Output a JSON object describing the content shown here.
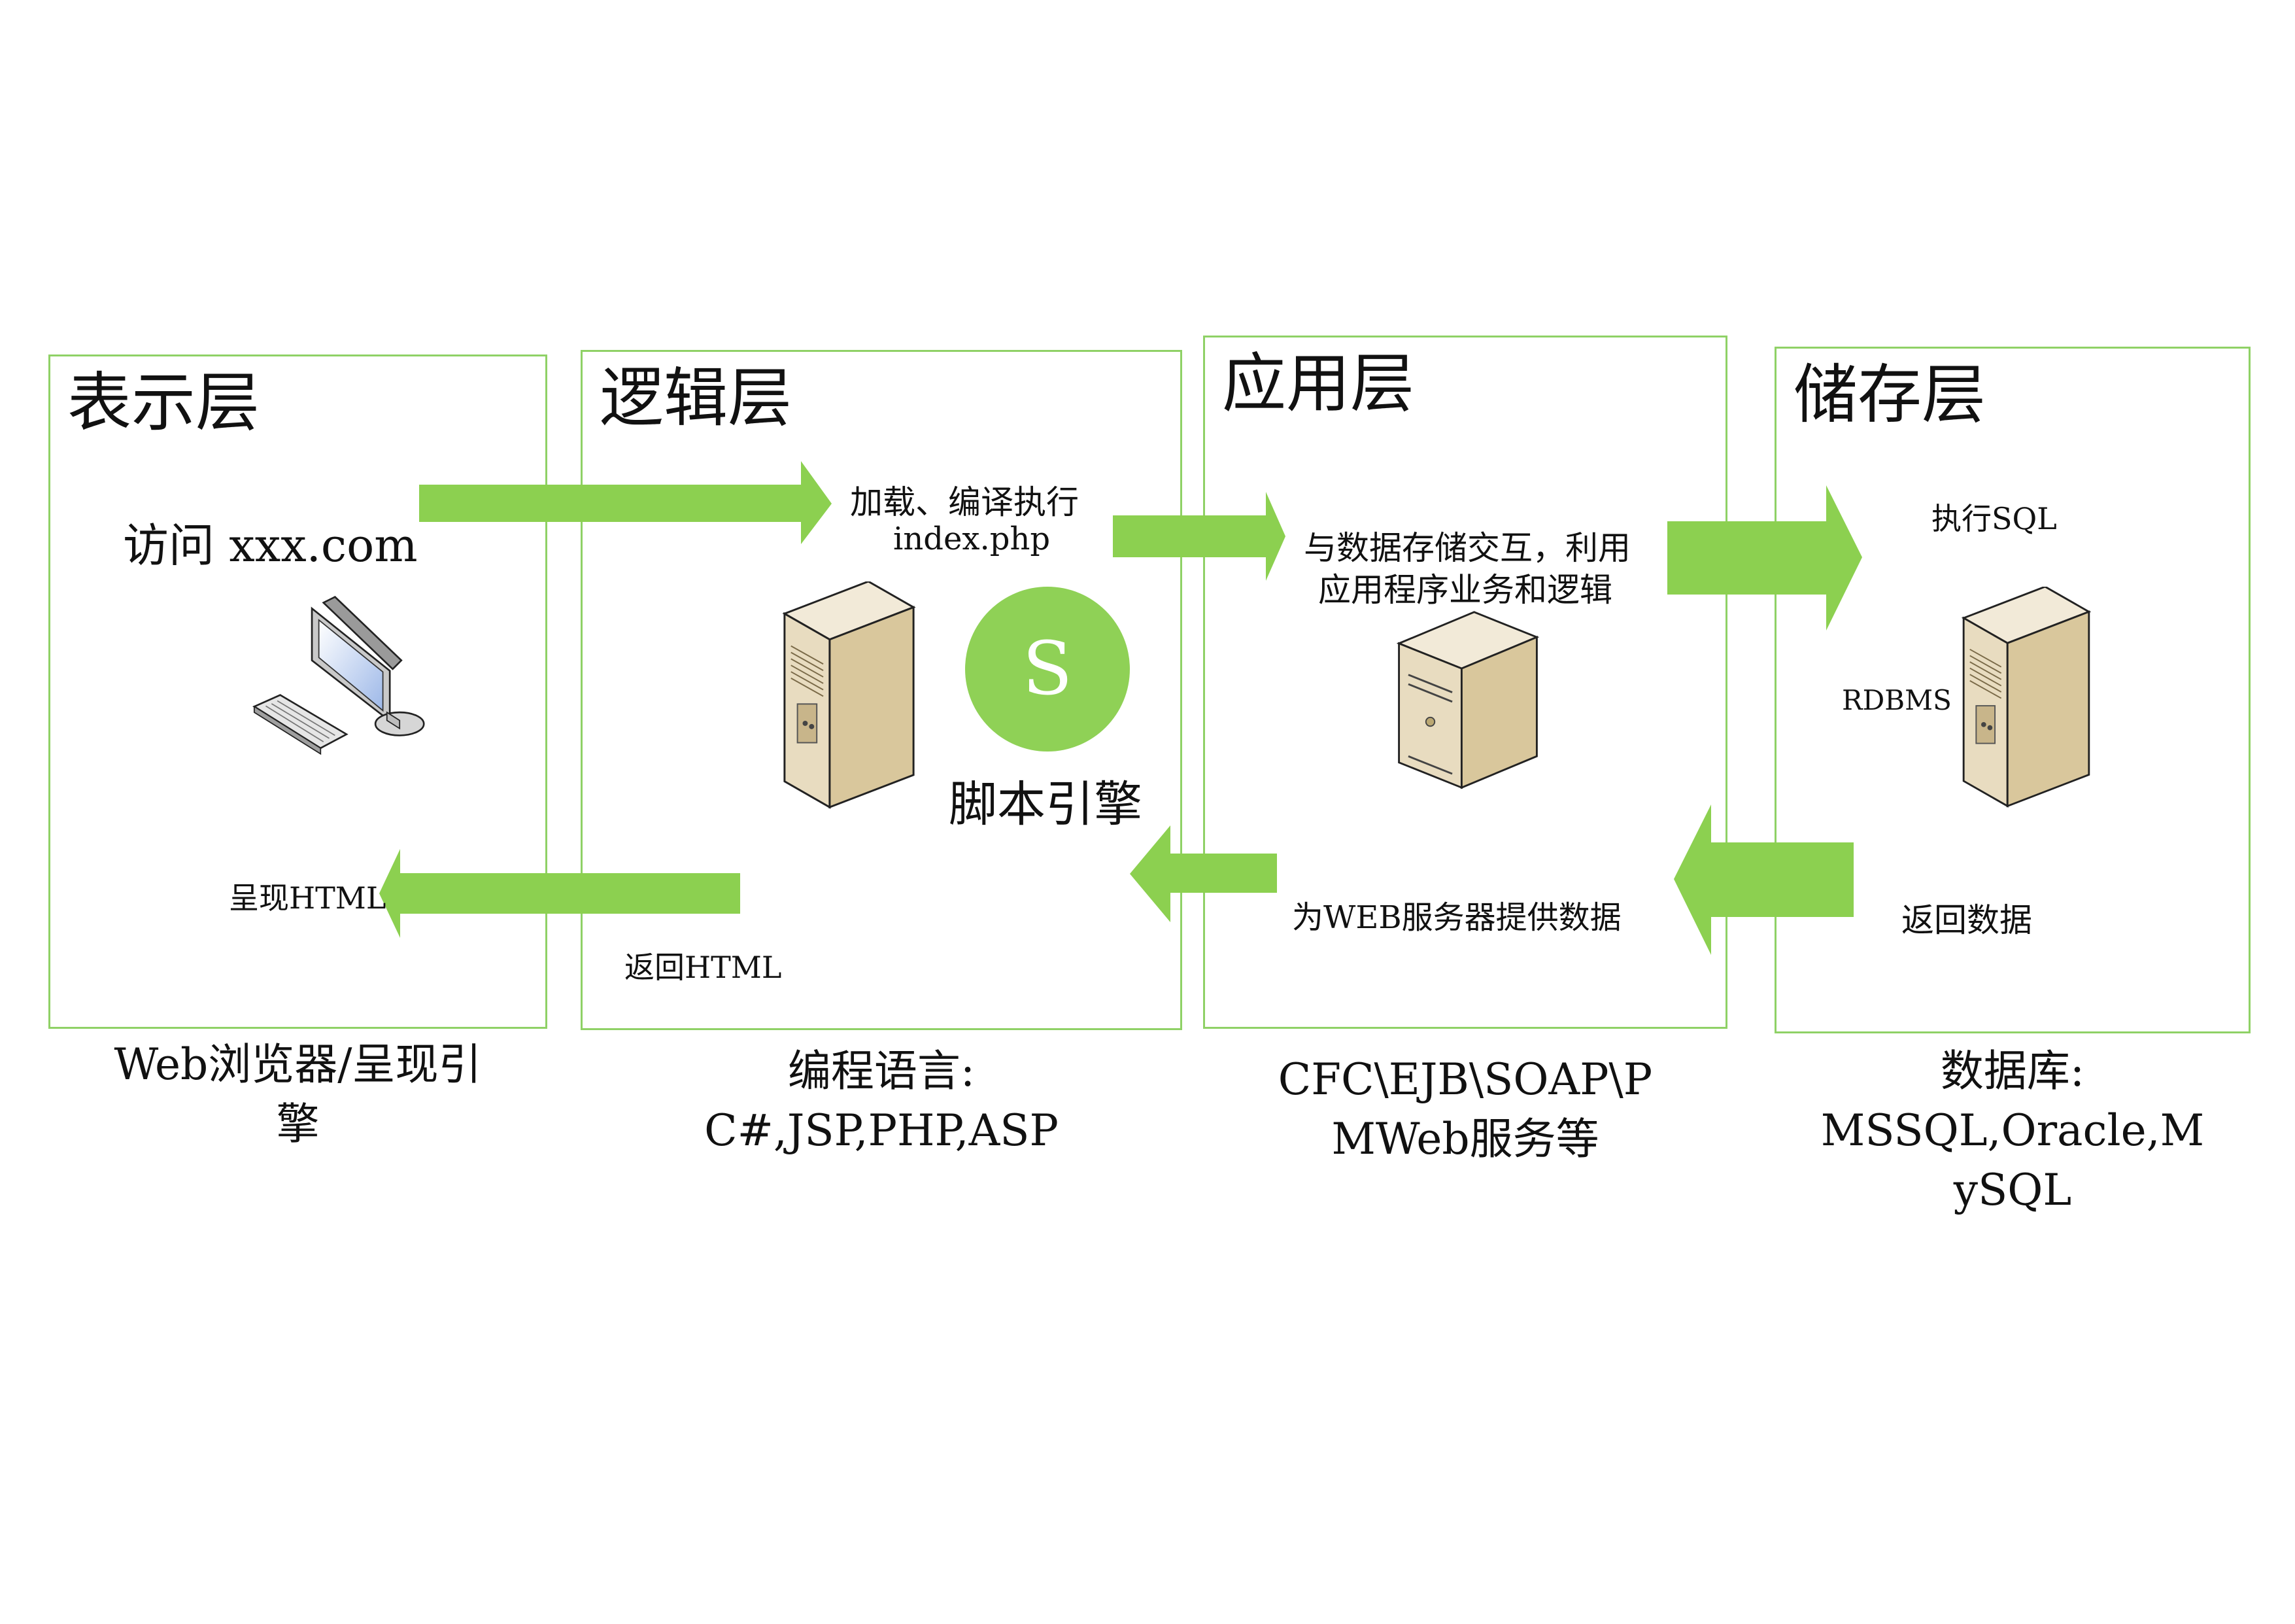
{
  "layers": [
    {
      "title": "表示层",
      "caption_lines": [
        "Web浏览器/呈现引",
        "擎"
      ]
    },
    {
      "title": "逻辑层",
      "caption_lines": [
        "编程语言:",
        "C#,JSP,PHP,ASP"
      ]
    },
    {
      "title": "应用层",
      "caption_lines": [
        "CFC\\EJB\\SOAP\\P",
        "MWeb服务等"
      ]
    },
    {
      "title": "储存层",
      "caption_lines": [
        "数据库:",
        "MSSQL,Oracle,M",
        "ySQL"
      ]
    }
  ],
  "labels": {
    "visit": "访问 xxx.com",
    "load_compile": "加载、编译执行",
    "index_php": "index.php",
    "interact_line1": "与数据存储交互，利用",
    "interact_line2": "应用程序业务和逻辑",
    "exec_sql": "执行SQL",
    "rdbms": "RDBMS",
    "render_html": "呈现HTML",
    "return_html": "返回HTML",
    "provide_data": "为WEB服务器提供数据",
    "return_data": "返回数据"
  },
  "script_engine": {
    "symbol": "S",
    "label": "脚本引擎"
  },
  "icons": [
    "desktop-computer-icon",
    "server-tower-icon",
    "server-icon",
    "database-server-icon"
  ],
  "colors": {
    "arrow": "#8cd050",
    "border": "#8fd166",
    "engine": "#8fd156"
  }
}
